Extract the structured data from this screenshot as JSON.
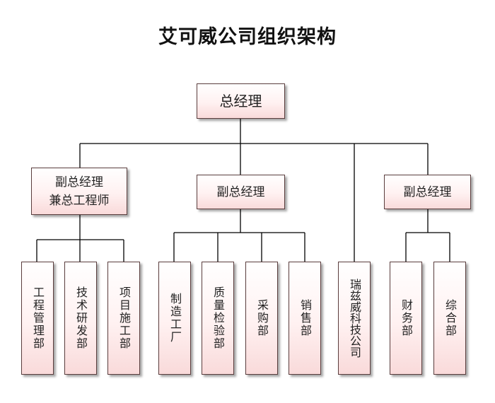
{
  "title": "艾可威公司组织架构",
  "colors": {
    "box_fill_top": "#ffffff",
    "box_fill_bottom": "#f9dada",
    "box_border": "#5a3d3d",
    "line": "#000000"
  },
  "root": {
    "label": "总经理"
  },
  "vps": [
    {
      "line1": "副总经理",
      "line2": "兼总工程师"
    },
    {
      "label": "副总经理"
    },
    {
      "label": "副总经理"
    }
  ],
  "departments": {
    "d1": "工程管理部",
    "d2": "技术研发部",
    "d3": "项目施工部",
    "d4": "制造工厂",
    "d5": "质量检验部",
    "d6": "采购部",
    "d7": "销售部",
    "d8": "瑞兹威科技公司",
    "d9": "财务部",
    "d10": "综合部"
  }
}
